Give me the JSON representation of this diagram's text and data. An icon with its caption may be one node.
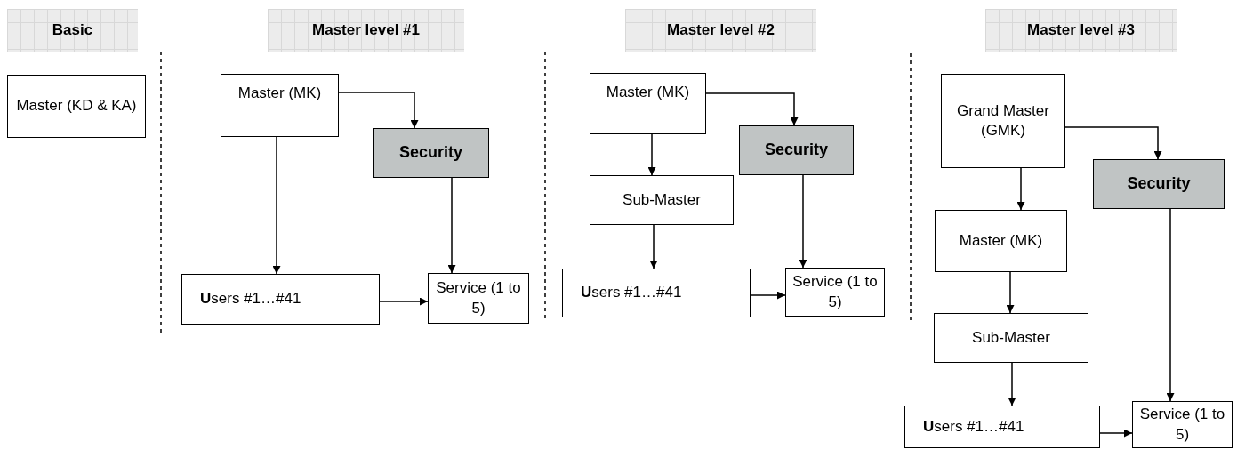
{
  "diagram": {
    "nodes": [
      {
        "text": [
          "Basic"
        ]
      },
      {
        "text": [
          "Master level #1"
        ]
      },
      {
        "text": [
          "Master level #2"
        ]
      },
      {
        "text": [
          "Master level #3"
        ]
      },
      {
        "text": [
          "Master (KD & KA)"
        ]
      },
      {
        "text": [
          "Master (MK)"
        ]
      },
      {
        "text": [
          "Security"
        ]
      },
      {
        "text": [
          "**U**sers #1…#41"
        ]
      },
      {
        "text": [
          "Service (1 to 5)"
        ]
      },
      {
        "text": [
          "Master (MK)"
        ]
      },
      {
        "text": [
          "Security"
        ]
      },
      {
        "text": [
          "Sub-Master"
        ]
      },
      {
        "text": [
          "**U**sers #1…#41"
        ]
      },
      {
        "text": [
          "Service (1 to 5)"
        ]
      },
      {
        "text": [
          "Grand Master (GMK)"
        ]
      },
      {
        "text": [
          "Security"
        ]
      },
      {
        "text": [
          "Master (MK)"
        ]
      },
      {
        "text": [
          "Sub-Master"
        ]
      },
      {
        "text": [
          "**U**sers #1…#41"
        ]
      },
      {
        "text": [
          "Service (1 to 5)"
        ]
      }
    ],
    "edges": [
      {
        "from": 5,
        "to": 6,
        "arrow": "to"
      },
      {
        "from": 5,
        "to": 7,
        "arrow": "to"
      },
      {
        "from": 6,
        "to": 8,
        "arrow": "to"
      },
      {
        "from": 7,
        "to": 8,
        "arrow": "to"
      },
      {
        "from": 9,
        "to": 10,
        "arrow": "to"
      },
      {
        "from": 9,
        "to": 11,
        "arrow": "to"
      },
      {
        "from": 11,
        "to": 12,
        "arrow": "to"
      },
      {
        "from": 10,
        "to": 13,
        "arrow": "to"
      },
      {
        "from": 12,
        "to": 13,
        "arrow": "to"
      },
      {
        "from": 14,
        "to": 15,
        "arrow": "to"
      },
      {
        "from": 14,
        "to": 16,
        "arrow": "to"
      },
      {
        "from": 16,
        "to": 17,
        "arrow": "to"
      },
      {
        "from": 17,
        "to": 18,
        "arrow": "to"
      },
      {
        "from": 15,
        "to": 19,
        "arrow": "to"
      },
      {
        "from": 18,
        "to": 19,
        "arrow": "to"
      }
    ]
  }
}
